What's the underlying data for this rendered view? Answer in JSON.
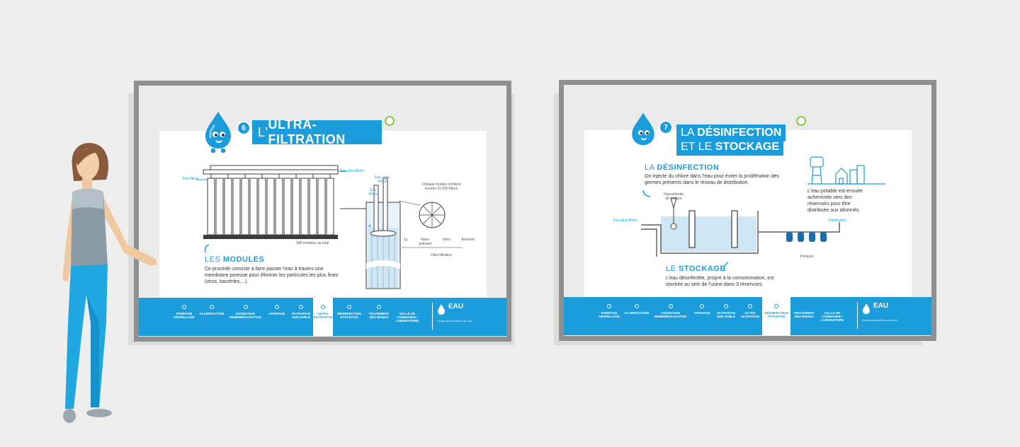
{
  "colors": {
    "brand_blue": "#1b9ddc",
    "frame_gray": "#8f8f90",
    "timer_green": "#8cc63f",
    "water_light": "#cfe6f5"
  },
  "panel1": {
    "step_number": "6",
    "title_light": "L'",
    "title_bold": "ULTRA-FILTRATION",
    "label_eau_filtree": "Eau filtrée",
    "label_eau_ultra": "Eau ultra-filtrée",
    "label_eau_ultra_v": "Eau ultra-filtrée",
    "label_eau_filtree_v": "Eau filtrée",
    "label_modules_count": "348 modules au total",
    "label_fibres": "Chaque module contient environ 15 000 fibres",
    "scale": [
      "1µ",
      "Nano polluant",
      "Virus",
      "Bactérie"
    ],
    "scale_label": "Ultra-filtration",
    "section_title_light": "LES ",
    "section_title_bold": "MODULES",
    "section_body": "Ce procédé consiste à faire passer l'eau à travers une membrane poreuse pour éliminer les particules les plus fines (virus, bactéries,...).",
    "nav": [
      {
        "label": "POMPAGE DÉGRILLAGE",
        "active": false
      },
      {
        "label": "CLARIFICATION",
        "active": false
      },
      {
        "label": "OZONATION REMINÉRALISATION",
        "active": false
      },
      {
        "label": "AFFINAGE",
        "active": false
      },
      {
        "label": "FILTRATION SUR SABLE",
        "active": false
      },
      {
        "label": "ULTRA FILTRATION",
        "active": true
      },
      {
        "label": "DÉSINFECTION STOCKAGE",
        "active": false
      },
      {
        "label": "TRAITEMENT DES BOUES",
        "active": false
      },
      {
        "label": "SALLE DE COMMANDE / LABORATOIRE",
        "active": false
      }
    ],
    "brand": "EAU",
    "brand_sub": "VOTRE SERVICE PUBLIC DE L'EAU"
  },
  "panel2": {
    "step_number": "7",
    "title_line1_light": "LA ",
    "title_line1_bold": "DÉSINFECTION",
    "title_line2_light": "ET LE ",
    "title_line2_bold": "STOCKAGE",
    "section1_title_light": "LA ",
    "section1_title_bold": "DÉSINFECTION",
    "section1_body": "On injecte du chlore dans l'eau pour éviter la prolifération des germes présents dans le réseau de distribution.",
    "label_hypochlorite": "Hypochlorite de sodium",
    "label_eau_ultra": "Eau ultra-filtrée",
    "label_distribution": "Distribution",
    "label_pompes": "Pompes",
    "side_text": "L'eau potable est ensuite acheminée vers des réservoirs pour être distribuée aux abonnés.",
    "section2_title_light": "LE ",
    "section2_title_bold": "STOCKAGE",
    "section2_body": "L'eau désinfectée, propre à la consommation, est stockée au sein de l'usine dans 3 réservoirs.",
    "nav": [
      {
        "label": "POMPAGE DÉGRILLAGE",
        "active": false
      },
      {
        "label": "CLARIFICATION",
        "active": false
      },
      {
        "label": "OZONATION REMINÉRALISATION",
        "active": false
      },
      {
        "label": "AFFINAGE",
        "active": false
      },
      {
        "label": "FILTRATION SUR SABLE",
        "active": false
      },
      {
        "label": "ULTRA FILTRATION",
        "active": false
      },
      {
        "label": "DÉSINFECTION STOCKAGE",
        "active": true
      },
      {
        "label": "TRAITEMENT DES BOUES",
        "active": false
      },
      {
        "label": "SALLE DE COMMANDE / LABORATOIRE",
        "active": false
      }
    ],
    "brand": "EAU",
    "brand_sub": "VOTRE SERVICE PUBLIC DE L'EAU"
  }
}
